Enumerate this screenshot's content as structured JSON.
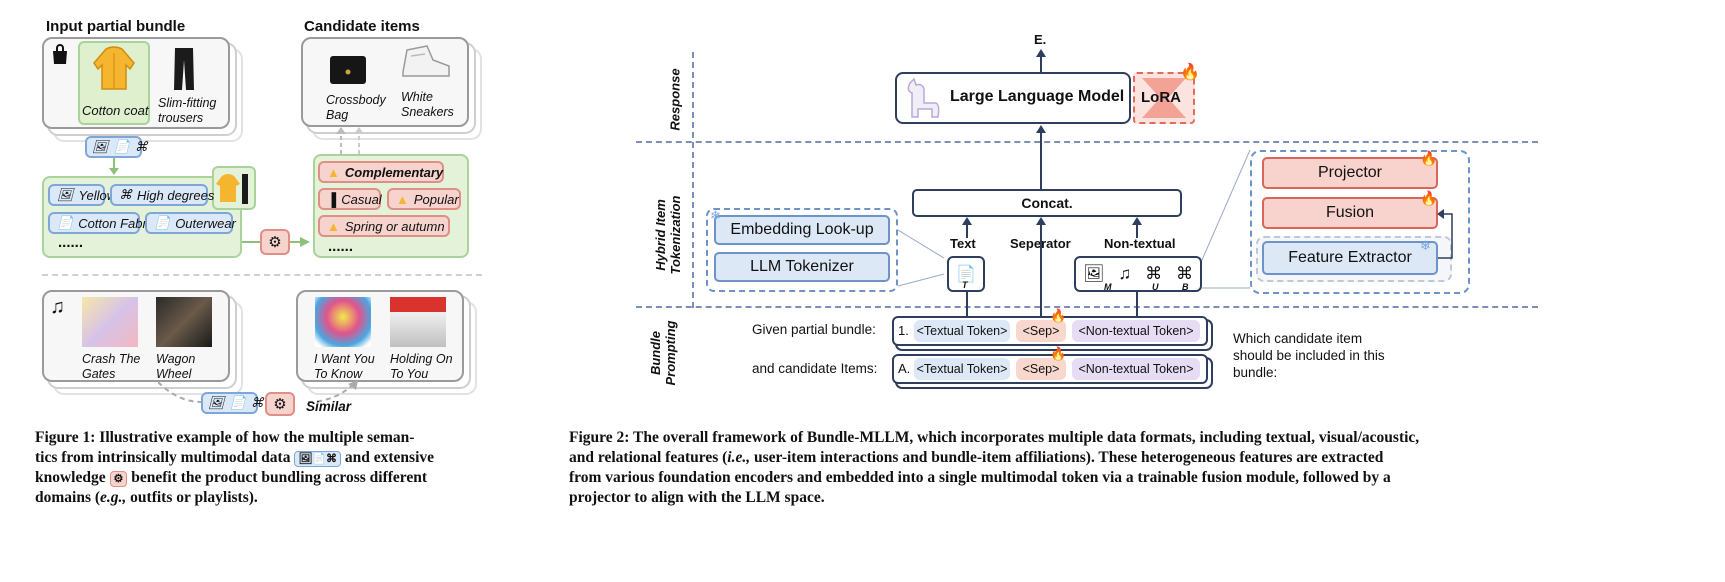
{
  "fig1": {
    "input_title": "Input partial bundle",
    "candidate_title": "Candidate items",
    "item_coat": "Cotton coat",
    "item_trousers": "Slim-fitting trousers",
    "item_bag": "Crossbody Bag",
    "item_sneakers": "White Sneakers",
    "chip_yellow": "Yellow",
    "chip_high": "High degrees",
    "chip_fabric": "Cotton Fabric",
    "chip_outerwear": "Outerwear",
    "ellipsis": "......",
    "chip_complementary": "Complementary",
    "chip_casual": "Casual",
    "chip_popular": "Popular",
    "chip_spring": "Spring or autumn",
    "song1": "Crash The Gates",
    "song2": "Wagon Wheel",
    "song3": "I Want You To Know",
    "song4": "Holding On To You",
    "similar": "Similar",
    "caption_l1": "Figure 1: Illustrative example of how the multiple seman-",
    "caption_l2a": "tics from intrinsically multimodal data",
    "caption_l2b": "and extensive",
    "caption_l3a": "knowledge",
    "caption_l3b": "benefit the product bundling across different",
    "caption_l4a": "domains (",
    "caption_l4b": "e.g.,",
    "caption_l4c": " outfits or playlists)."
  },
  "fig2": {
    "section_response": "Response",
    "section_hybrid": "Hybrid Item Tokenization",
    "section_bundle": "Bundle Prompting",
    "output_label": "E.",
    "llm": "Large Language Model",
    "lora": "LoRA",
    "concat": "Concat.",
    "embedding": "Embedding Look-up",
    "tokenizer": "LLM Tokenizer",
    "text": "Text",
    "separator": "Seperator",
    "nontextual": "Non-textual",
    "projector": "Projector",
    "fusion": "Fusion",
    "extractor": "Feature  Extractor",
    "given": "Given partial bundle:",
    "candidate": "and candidate Items:",
    "row1_idx": "1.",
    "row2_idx": "A.",
    "tok_text": "<Textual Token>",
    "tok_sep": "<Sep>",
    "tok_non": "<Non-textual Token>",
    "question": "Which candidate item should be included in this bundle:",
    "sub_t": "T",
    "sub_m": "M",
    "sub_u": "U",
    "sub_b": "B",
    "caption_l1": "Figure 2: The overall framework of Bundle-MLLM, which incorporates multiple data formats, including textual, visual/acoustic,",
    "caption_l2a": "and relational features (",
    "caption_l2b": "i.e.,",
    "caption_l2c": " user-item interactions and bundle-item affiliations). These heterogeneous features are extracted",
    "caption_l3": "from various foundation encoders and embedded into a single multimodal token via a trainable fusion module, followed by a",
    "caption_l4": "projector to align with the LLM space."
  },
  "colors": {
    "green": "#e3f2d9",
    "blue": "#dde8f6",
    "red": "#f8d2cc",
    "purple": "#e6dcf3",
    "navy": "#2f3e5c"
  }
}
